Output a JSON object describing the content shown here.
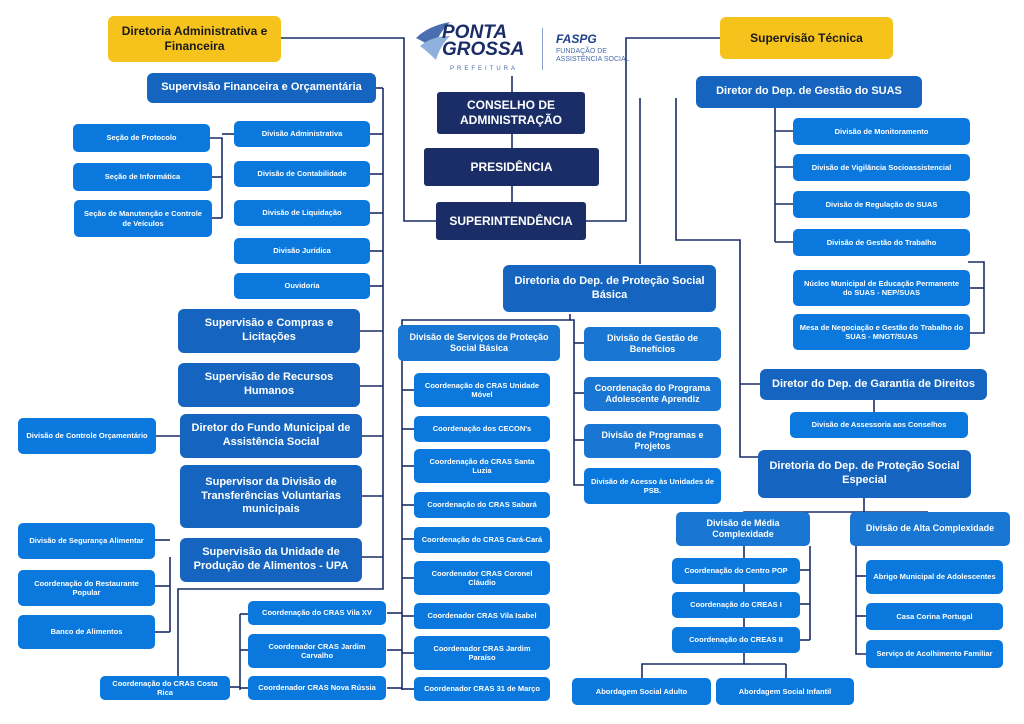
{
  "logo": {
    "line1": "PONTA",
    "line2": "GROSSA",
    "prefeitura": "PREFEITURA",
    "faspg": "FASPG",
    "fundacao_l1": "FUNDAÇÃO DE",
    "fundacao_l2": "ASSISTÊNCIA SOCIAL"
  },
  "nodes": {
    "daf": "Diretoria Administrativa e Financeira",
    "sup_tec": "Supervisão Técnica",
    "conselho": "CONSELHO DE ADMINISTRAÇÃO",
    "presidencia": "PRESIDÊNCIA",
    "superintendencia": "SUPERINTENDÊNCIA",
    "sup_fin": "Supervisão Financeira e Orçamentária",
    "sec_protocolo": "Seção de Protocolo",
    "sec_informatica": "Seção de Informática",
    "sec_manutencao": "Seção de Manutenção e Controle de Veículos",
    "div_admin": "Divisão Administrativa",
    "div_contab": "Divisão de Contabilidade",
    "div_liquid": "Divisão de Liquidação",
    "div_jurid": "Divisão Jurídica",
    "ouvidoria": "Ouvidoria",
    "sup_compras": "Supervisão e Compras e Licitações",
    "sup_rh": "Supervisão de Recursos Humanos",
    "dir_fundo": "Diretor do Fundo Municipal de Assistência Social",
    "div_ctrl_orc": "Divisão de Controle Orçamentário",
    "sup_transf": "Supervisor da Divisão de Transferências Voluntarias municipais",
    "div_seg_alim": "Divisão de Segurança Alimentar",
    "coord_rest": "Coordenação do Restaurante Popular",
    "banco_alim": "Banco de Alimentos",
    "sup_upa": "Supervisão da Unidade de Produção de Alimentos - UPA",
    "coord_costa_rica": "Coordenação do CRAS Costa Rica",
    "cras_vila_xv": "Coordenação do CRAS Vila XV",
    "cras_jardim_carvalho": "Coordenador CRAS Jardim Carvalho",
    "cras_nova_russia": "Coordenador CRAS Nova Rússia",
    "dir_psb": "Diretoria do Dep. de Proteção Social Básica",
    "div_serv_psb": "Divisão de Serviços de Proteção Social Básica",
    "cras_movel": "Coordenação do CRAS Unidade Móvel",
    "cecons": "Coordenação dos CECON's",
    "cras_santa_luzia": "Coordenação do CRAS Santa Luzia",
    "cras_sabara": "Coordenação do CRAS Sabará",
    "cras_cara_cara": "Coordenação do CRAS Cará-Cará",
    "cras_coronel": "Coordenador CRAS Coronel Cláudio",
    "cras_vila_isabel": "Coordenador CRAS Vila Isabel",
    "cras_jardim_paraiso": "Coordenador CRAS Jardim Paraíso",
    "cras_31_marco": "Coordenador CRAS 31 de Março",
    "div_gestao_benef": "Divisão de Gestão de Benefícios",
    "coord_adolescente": "Coordenação do Programa Adolescente Aprendiz",
    "div_programas": "Divisão de Programas e Projetos",
    "div_acesso_psb": "Divisão de Acesso às Unidades de PSB.",
    "dir_gestao_suas": "Diretor do Dep. de Gestão do SUAS",
    "div_monitoramento": "Divisão de Monitoramento",
    "div_vigilancia": "Divisão de Vigilância Socioassistencial",
    "div_regulacao": "Divisão de Regulação do SUAS",
    "div_gestao_trab": "Divisão de Gestão do Trabalho",
    "nucleo_nep": "Núcleo Municipal de Educação Permanente do SUAS - NEP/SUAS",
    "mesa_mngt": "Mesa de Negociação e Gestão do Trabalho do SUAS - MNGT/SUAS",
    "dir_garantia": "Diretor do Dep. de Garantia de Direitos",
    "div_assessoria": "Divisão de Assessoria aos Conselhos",
    "dir_pse": "Diretoria do Dep. de Proteção Social Especial",
    "div_media": "Divisão de Média Complexidade",
    "div_alta": "Divisão de Alta Complexidade",
    "coord_pop": "Coordenação do Centro POP",
    "coord_creas1": "Coordenação do CREAS I",
    "coord_creas2": "Coordenação do CREAS II",
    "abord_adulto": "Abordagem Social Adulto",
    "abord_infantil": "Abordagem Social Infantil",
    "abrigo": "Abrigo Municipal de Adolescentes",
    "casa_corina": "Casa Corina Portugal",
    "acolhimento": "Serviço de Acolhimento Familiar"
  },
  "colors": {
    "highlight": "#f6c21c",
    "top_level": "#1a2d66",
    "unit": "#1565c0",
    "line": "#1a2d66"
  }
}
